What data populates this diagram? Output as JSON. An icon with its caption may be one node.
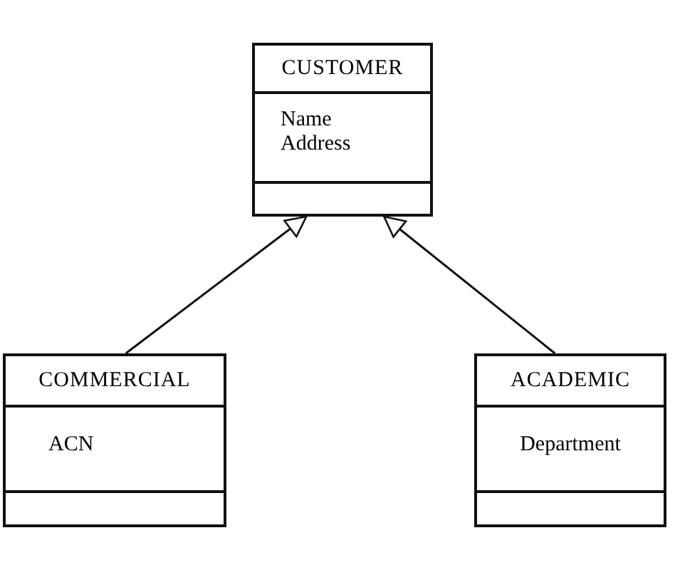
{
  "diagram": {
    "nodes": [
      {
        "text": [
          "CUSTOMER",
          "Name",
          "Address"
        ]
      },
      {
        "text": [
          "COMMERCIAL",
          "ACN"
        ]
      },
      {
        "text": [
          "ACADEMIC",
          "Department"
        ]
      }
    ],
    "edges": [
      {
        "from": 1,
        "to": 0,
        "arrow": "to"
      },
      {
        "from": 2,
        "to": 0,
        "arrow": "to"
      }
    ]
  }
}
